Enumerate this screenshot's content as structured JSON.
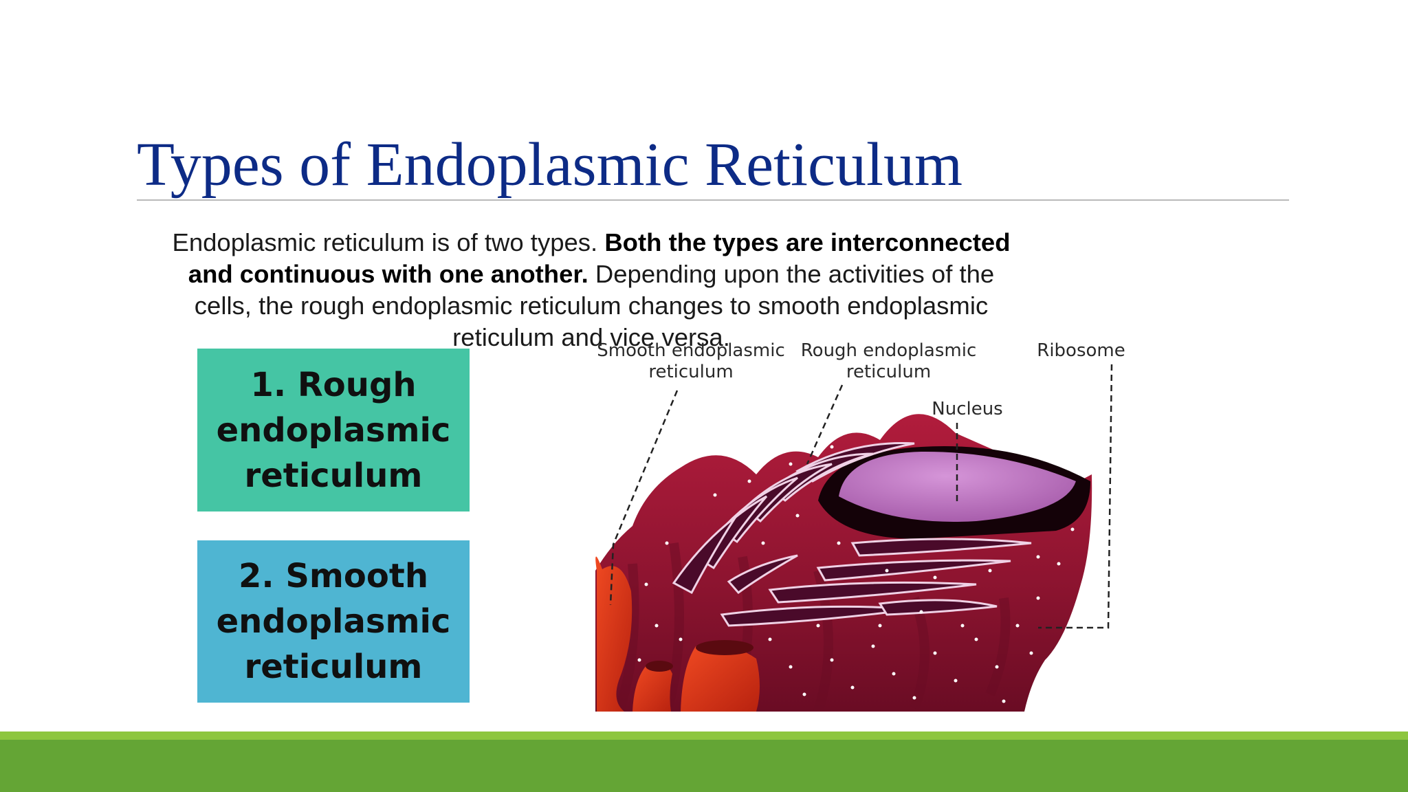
{
  "slide": {
    "title": "Types of Endoplasmic Reticulum",
    "intro": {
      "part1": "Endoplasmic reticulum is of two types. ",
      "part2_bold": "Both the types are interconnected and continuous with one another.",
      "part3": " Depending upon the activities of the cells, the rough endoplasmic reticulum changes to smooth endoplasmic reticulum and vice versa."
    },
    "types": [
      {
        "line1": "1. Rough",
        "line2": "endoplasmic",
        "line3": "reticulum",
        "color": "#45c5a4"
      },
      {
        "line1": "2. Smooth",
        "line2": "endoplasmic",
        "line3": "reticulum",
        "color": "#4fb5d2"
      }
    ]
  },
  "diagram": {
    "labels": {
      "smooth_er": {
        "line1": "Smooth endoplasmic",
        "line2": "reticulum"
      },
      "rough_er": {
        "line1": "Rough endoplasmic",
        "line2": "reticulum"
      },
      "ribosome": "Ribosome",
      "nucleus": "Nucleus"
    },
    "colors": {
      "cell": "#8e1430",
      "nucleus": "#c47ac9",
      "cisterna": "#4a0a2a",
      "tube": "#d43018"
    }
  },
  "footer": {
    "band_light": "#8dc63f",
    "band_dark": "#64a535"
  }
}
